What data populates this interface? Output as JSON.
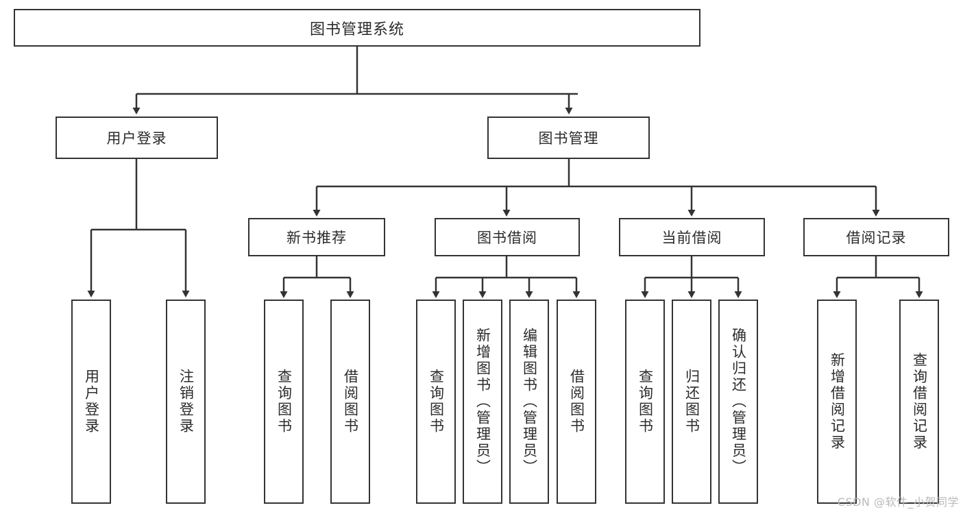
{
  "diagram": {
    "title": "图书管理系统",
    "type": "tree-hierarchy",
    "watermark": "CSDN @软件_小贺同学",
    "colors": {
      "stroke": "#333333",
      "fill": "#ffffff",
      "text": "#2b2b2b",
      "watermark": "#b9b9b9"
    },
    "nodes": {
      "root": {
        "label": "图书管理系统"
      },
      "level2": [
        {
          "label": "用户登录"
        },
        {
          "label": "图书管理"
        }
      ],
      "level3": [
        {
          "label": "新书推荐"
        },
        {
          "label": "图书借阅"
        },
        {
          "label": "当前借阅"
        },
        {
          "label": "借阅记录"
        }
      ],
      "leaves": {
        "user_login": [
          {
            "label": "用户登录"
          },
          {
            "label": "注销登录"
          }
        ],
        "new_book_recommend": [
          {
            "label": "查询图书"
          },
          {
            "label": "借阅图书"
          }
        ],
        "book_borrow": [
          {
            "label": "查询图书"
          },
          {
            "label": "新增图书（管理员）"
          },
          {
            "label": "编辑图书（管理员）"
          },
          {
            "label": "借阅图书"
          }
        ],
        "current_borrow": [
          {
            "label": "查询图书"
          },
          {
            "label": "归还图书"
          },
          {
            "label": "确认归还（管理员）"
          }
        ],
        "borrow_records": [
          {
            "label": "新增借阅记录"
          },
          {
            "label": "查询借阅记录"
          }
        ]
      }
    }
  }
}
